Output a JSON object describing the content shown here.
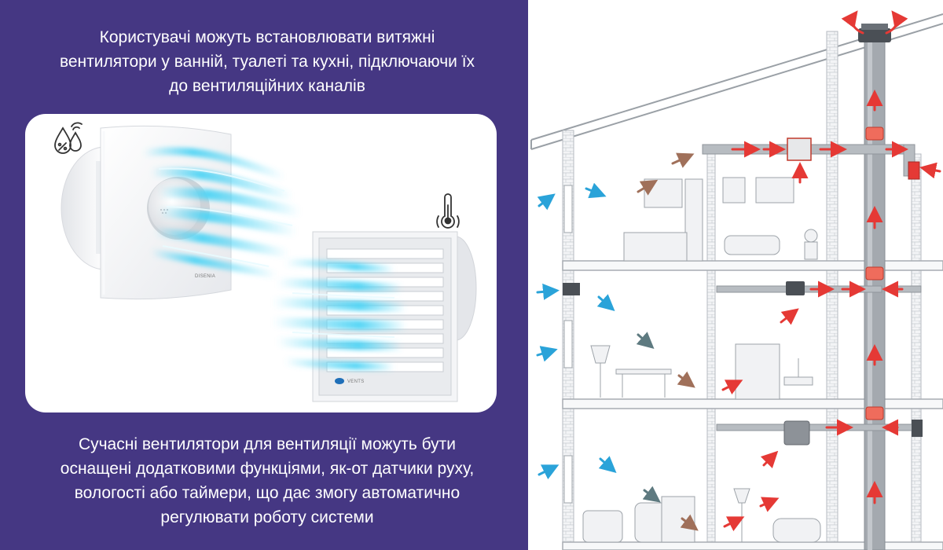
{
  "intro": {
    "lines": [
      "Користувачі можуть встановлювати витяжні",
      "вентилятори у ванній, туалеті та кухні, підключаючи їх",
      "до вентиляційних каналів"
    ]
  },
  "product_card": {
    "fan_brand": "DISENIA",
    "grille_brand": "VENTS",
    "icons": [
      "humidity-drops-icon",
      "thermometer-icon"
    ]
  },
  "features": {
    "lines": [
      "Сучасні вентилятори для вентиляції можуть бути",
      "оснащені додатковими функціями, як-от датчики руху,",
      "вологості або таймери, що дає змогу автоматично",
      "регулювати роботу системи"
    ]
  },
  "colors": {
    "panel_background": "#453783",
    "card_background": "#ffffff",
    "caption_text": "#ffffff",
    "fresh_air_arrow": "#2aa3d9",
    "exhaust_arrow": "#e53935",
    "indoor_air_arrow": "#a0705a",
    "still_air_arrow": "#5e7a80",
    "airflow_glow": "#4fd4f5",
    "duct_gray": "#9aa0a6"
  },
  "diagram": {
    "icons": [
      "fresh-air-arrow-icon",
      "exhaust-arrow-icon",
      "ventilation-fan-icon",
      "roof-deflector-icon"
    ]
  }
}
